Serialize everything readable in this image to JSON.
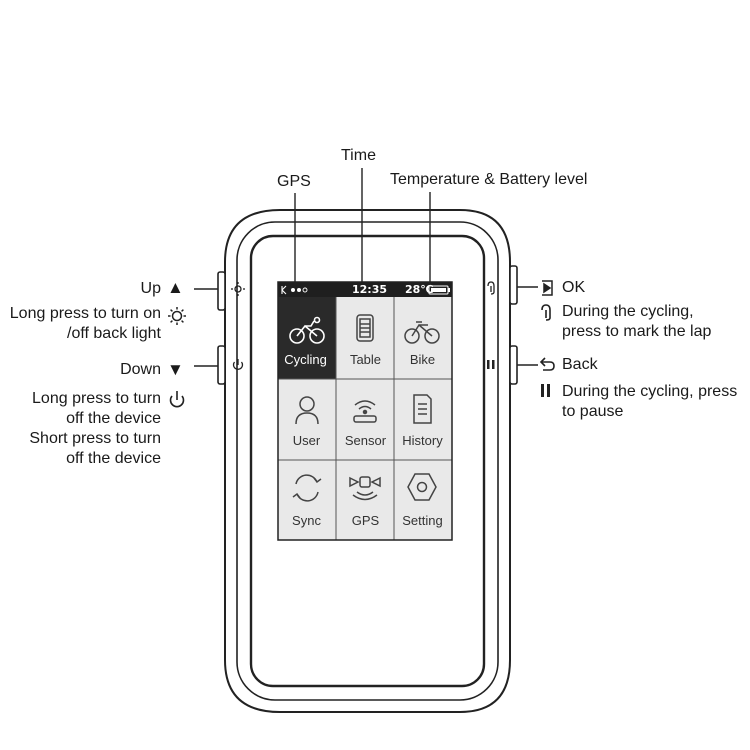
{
  "callouts": {
    "gps": "GPS",
    "time": "Time",
    "temp_battery": "Temperature & Battery level"
  },
  "left": {
    "up_label": "Up",
    "up_arrow": "▲",
    "backlight_line1": "Long press to turn on",
    "backlight_line2": "/off back light",
    "down_label": "Down",
    "down_arrow": "▼",
    "power_line1": "Long press to turn",
    "power_line2": "off the device",
    "power_line3": "Short press to turn",
    "power_line4": "off the device"
  },
  "right": {
    "ok_label": "OK",
    "lap_line1": "During the cycling,",
    "lap_line2": "press to mark the lap",
    "back_label": "Back",
    "pause_line1": "During the cycling, press",
    "pause_line2": "to pause"
  },
  "screen": {
    "status": {
      "time": "12:35",
      "temp": "28℃"
    },
    "tiles": [
      {
        "label": "Cycling",
        "icon": "bike-rider-icon",
        "active": true
      },
      {
        "label": "Table",
        "icon": "table-icon",
        "active": false
      },
      {
        "label": "Bike",
        "icon": "bike-icon",
        "active": false
      },
      {
        "label": "User",
        "icon": "user-icon",
        "active": false
      },
      {
        "label": "Sensor",
        "icon": "sensor-icon",
        "active": false
      },
      {
        "label": "History",
        "icon": "history-icon",
        "active": false
      },
      {
        "label": "Sync",
        "icon": "sync-icon",
        "active": false
      },
      {
        "label": "GPS",
        "icon": "satellite-icon",
        "active": false
      },
      {
        "label": "Setting",
        "icon": "setting-icon",
        "active": false
      }
    ]
  }
}
